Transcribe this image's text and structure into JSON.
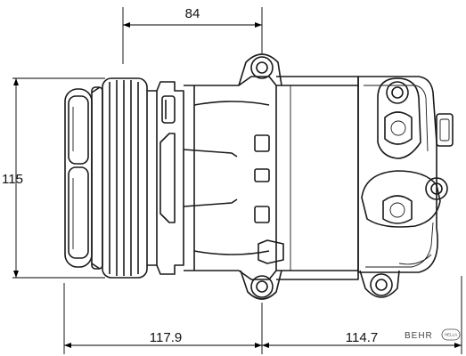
{
  "dimensions": {
    "top_width": "84",
    "left_height": "115",
    "bottom_left": "117.9",
    "bottom_right": "114.7"
  },
  "brand": {
    "mark_text": "BEHR",
    "badge_text": "HELLA"
  }
}
